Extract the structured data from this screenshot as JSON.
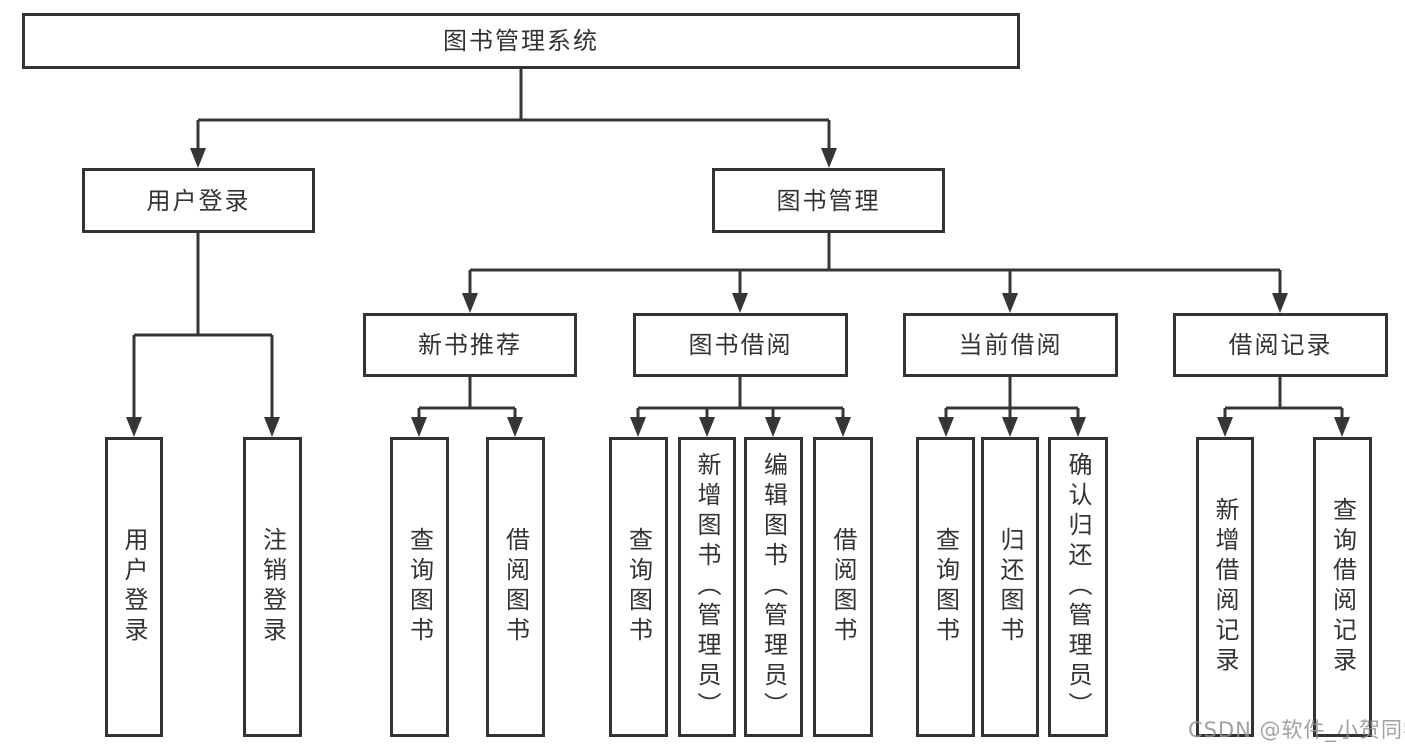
{
  "tree": {
    "root": {
      "label": "图书管理系统",
      "children": [
        {
          "label": "用户登录",
          "children": [
            {
              "label": "用户登录"
            },
            {
              "label": "注销登录"
            }
          ]
        },
        {
          "label": "图书管理",
          "children": [
            {
              "label": "新书推荐",
              "children": [
                {
                  "label": "查询图书"
                },
                {
                  "label": "借阅图书"
                }
              ]
            },
            {
              "label": "图书借阅",
              "children": [
                {
                  "label": "查询图书"
                },
                {
                  "label": "新增图书（管理员）"
                },
                {
                  "label": "编辑图书（管理员）"
                },
                {
                  "label": "借阅图书"
                }
              ]
            },
            {
              "label": "当前借阅",
              "children": [
                {
                  "label": "查询图书"
                },
                {
                  "label": "归还图书"
                },
                {
                  "label": "确认归还（管理员）"
                }
              ]
            },
            {
              "label": "借阅记录",
              "children": [
                {
                  "label": "新增借阅记录"
                },
                {
                  "label": "查询借阅记录"
                }
              ]
            }
          ]
        }
      ]
    }
  },
  "watermark": {
    "text": "CSDN @软件_小贺同学",
    "color": "#919191"
  },
  "colors": {
    "line": "#363636",
    "box_border": "#333333",
    "text": "#333333",
    "background": "#ffffff"
  }
}
